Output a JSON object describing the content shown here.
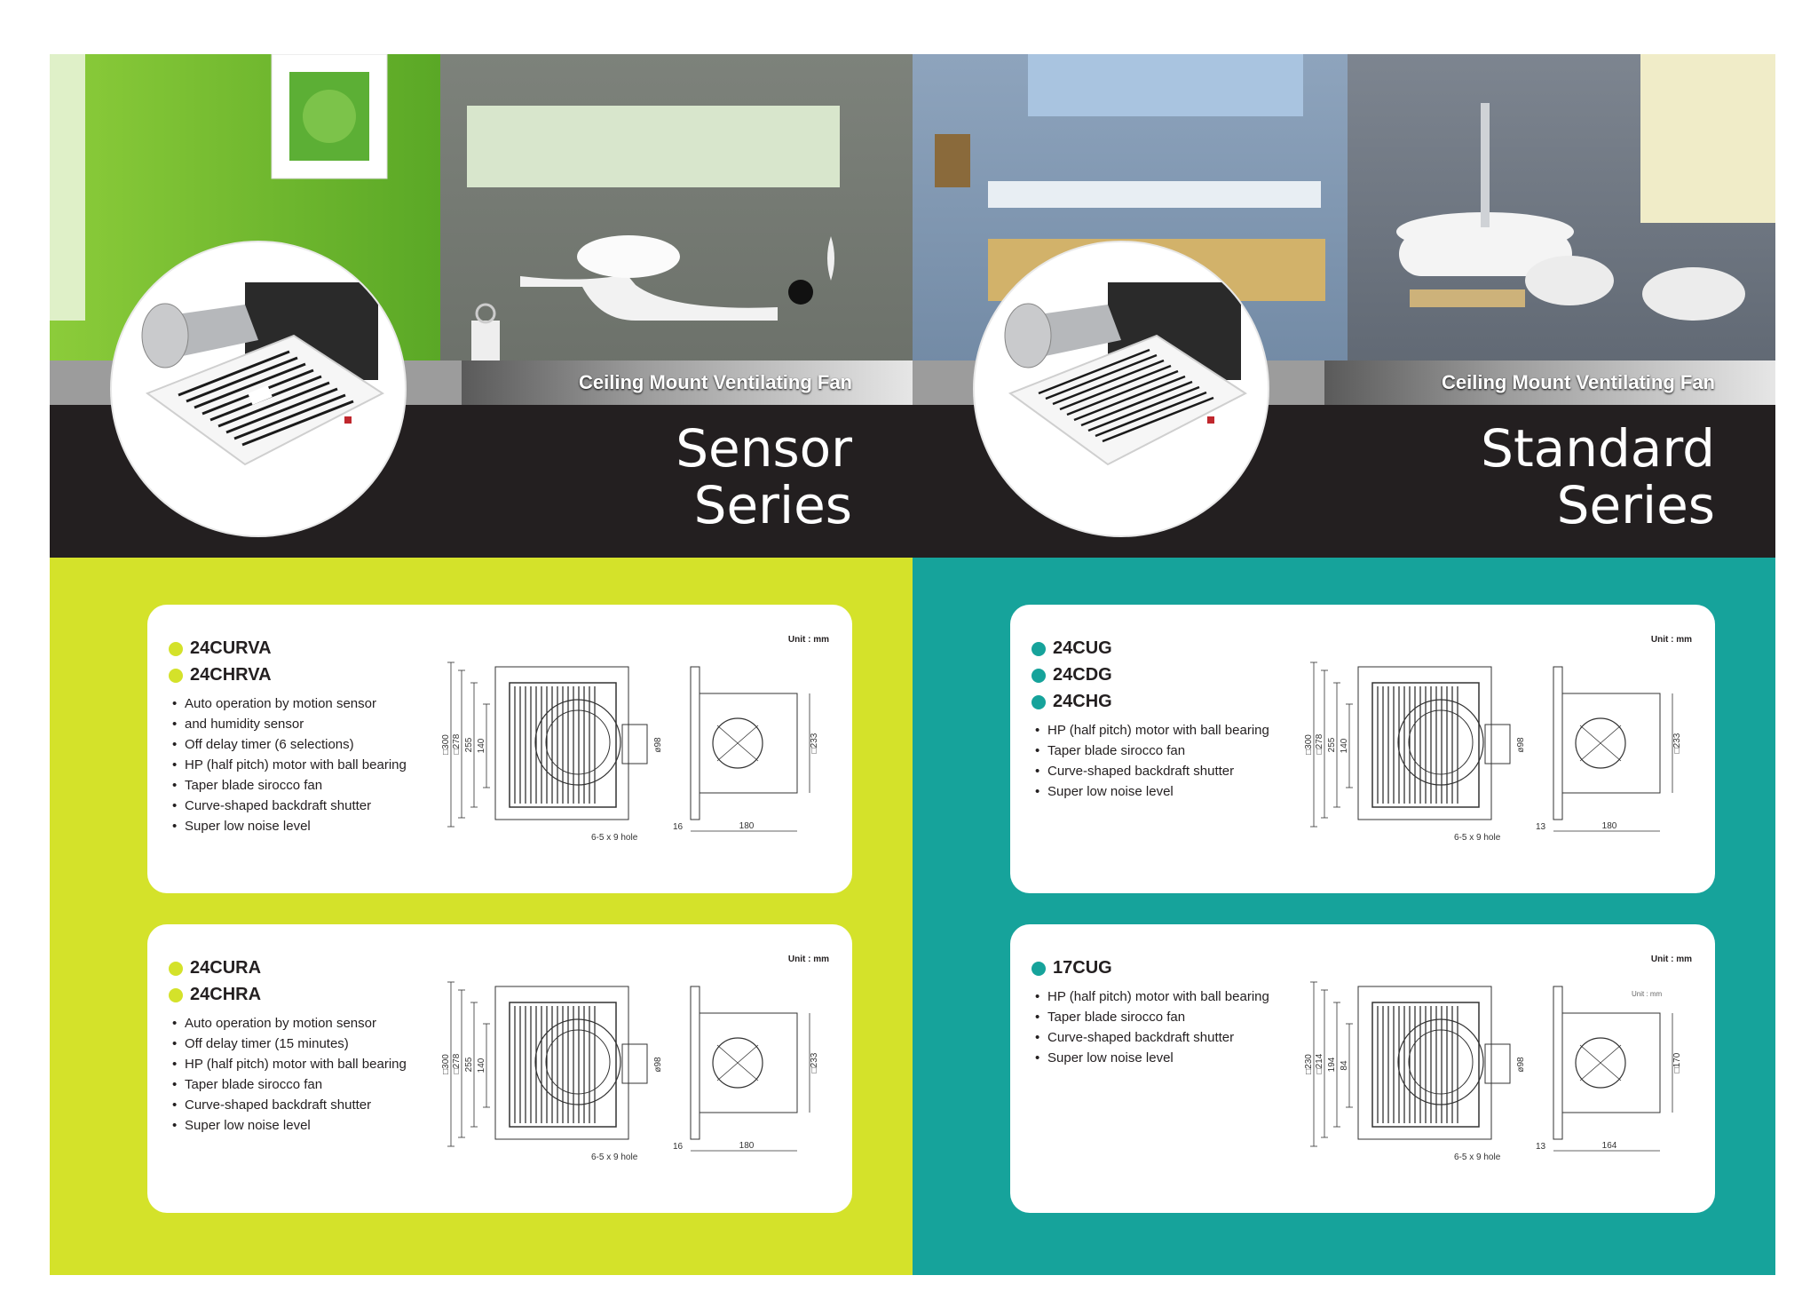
{
  "sensor": {
    "strip_title": "Ceiling Mount Ventilating Fan",
    "series_line1": "Sensor",
    "series_line2": "Series",
    "cards": [
      {
        "models": [
          "24CURVA",
          "24CHRVA"
        ],
        "features": [
          "Auto operation by motion sensor",
          "and humidity sensor",
          "Off delay timer (6 selections)",
          "HP (half pitch) motor with ball bearing",
          "Taper blade sirocco fan",
          "Curve-shaped backdraft shutter",
          "Super low noise level"
        ],
        "unit": "Unit : mm",
        "dims": {
          "outer": "□300",
          "inner": "□278",
          "d255": "255",
          "d140": "140",
          "duct": "ø98",
          "side": "□233",
          "offset": "16",
          "depth": "180",
          "hole": "6-5 x 9 hole"
        }
      },
      {
        "models": [
          "24CURA",
          "24CHRA"
        ],
        "features": [
          "Auto operation by motion sensor",
          "Off delay timer (15 minutes)",
          "HP (half pitch) motor with ball bearing",
          "Taper blade sirocco fan",
          "Curve-shaped backdraft shutter",
          "Super low noise level"
        ],
        "unit": "Unit : mm",
        "dims": {
          "outer": "□300",
          "inner": "□278",
          "d255": "255",
          "d140": "140",
          "duct": "ø98",
          "side": "□233",
          "offset": "16",
          "depth": "180",
          "hole": "6-5 x 9 hole"
        }
      }
    ]
  },
  "standard": {
    "strip_title": "Ceiling Mount Ventilating Fan",
    "series_line1": "Standard",
    "series_line2": "Series",
    "cards": [
      {
        "models": [
          "24CUG",
          "24CDG",
          "24CHG"
        ],
        "features": [
          "HP (half pitch) motor with ball bearing",
          "Taper blade sirocco fan",
          "Curve-shaped backdraft shutter",
          "Super low noise level"
        ],
        "unit": "Unit : mm",
        "dims": {
          "outer": "□300",
          "inner": "□278",
          "d255": "255",
          "d140": "140",
          "duct": "ø98",
          "side": "□233",
          "offset": "13",
          "depth": "180",
          "hole": "6-5 x 9 hole"
        }
      },
      {
        "models": [
          "17CUG"
        ],
        "features": [
          "HP (half pitch) motor with ball bearing",
          "Taper blade sirocco fan",
          "Curve-shaped backdraft shutter",
          "Super low noise level"
        ],
        "unit": "Unit : mm",
        "unit_small": "Unit : mm",
        "dims": {
          "outer": "□230",
          "inner": "□214",
          "d255": "194",
          "d140": "84",
          "duct": "ø98",
          "side": "□170",
          "offset": "13",
          "depth": "164",
          "hole": "6-5 x 9 hole"
        }
      }
    ]
  },
  "colors": {
    "lime": "#d4e22a",
    "teal": "#16a39b",
    "dark": "#231f20"
  },
  "icons": [
    "bullet-dot-icon"
  ]
}
